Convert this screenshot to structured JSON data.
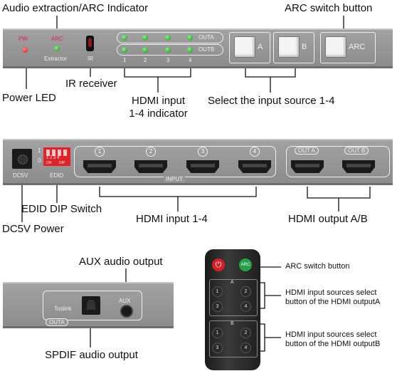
{
  "callouts": {
    "audio_extraction_arc": "Audio extraction/ARC Indicator",
    "arc_switch_button": "ARC switch button",
    "ir_receiver": "IR receiver",
    "power_led": "Power LED",
    "hdmi_input_indicator_1": "HDMI input",
    "hdmi_input_indicator_2": "1-4 indicator",
    "select_input_source": "Select the input source 1-4",
    "edid_dip_switch": "EDID DIP Switch",
    "dc5v_power": "DC5V Power",
    "hdmi_input_1_4": "HDMI input 1-4",
    "hdmi_output_ab": "HDMI output A/B",
    "aux_audio_output": "AUX audio output",
    "spdif_audio_output": "SPDIF audio output"
  },
  "front_panel": {
    "pw": "PW",
    "arc": "ARC",
    "extractor": "Extractor",
    "ir": "IR",
    "outa": "OUTA",
    "outb": "OUTB",
    "led_numbers": [
      "1",
      "2",
      "3",
      "4"
    ],
    "btn_a": "A",
    "btn_b": "B",
    "btn_arc": "ARC"
  },
  "rear_panel": {
    "dc5v": "DC5V",
    "edid": "EDID",
    "dip_numbers": "1 2 3 4",
    "dip_on": "ON",
    "dip_dip": "DIP",
    "dip_side_1": "1",
    "dip_side_0": "0",
    "input_numbers": [
      "1",
      "2",
      "3",
      "4"
    ],
    "input": "INPUT",
    "out_a": "OUT A",
    "out_b": "OUT B"
  },
  "side_panel": {
    "toslink": "Toslink",
    "aux": "AUX",
    "outa": "OUTA"
  },
  "remote": {
    "arc": "ARC",
    "group_a": "A",
    "group_b": "B",
    "buttons": [
      "1",
      "2",
      "3",
      "4"
    ],
    "label_arc": "ARC switch button",
    "label_a_1": "HDMI input sources select",
    "label_a_2": "button of the HDMI outputA",
    "label_b_1": "HDMI input sources select",
    "label_b_2": "button of the HDMI outputB"
  }
}
